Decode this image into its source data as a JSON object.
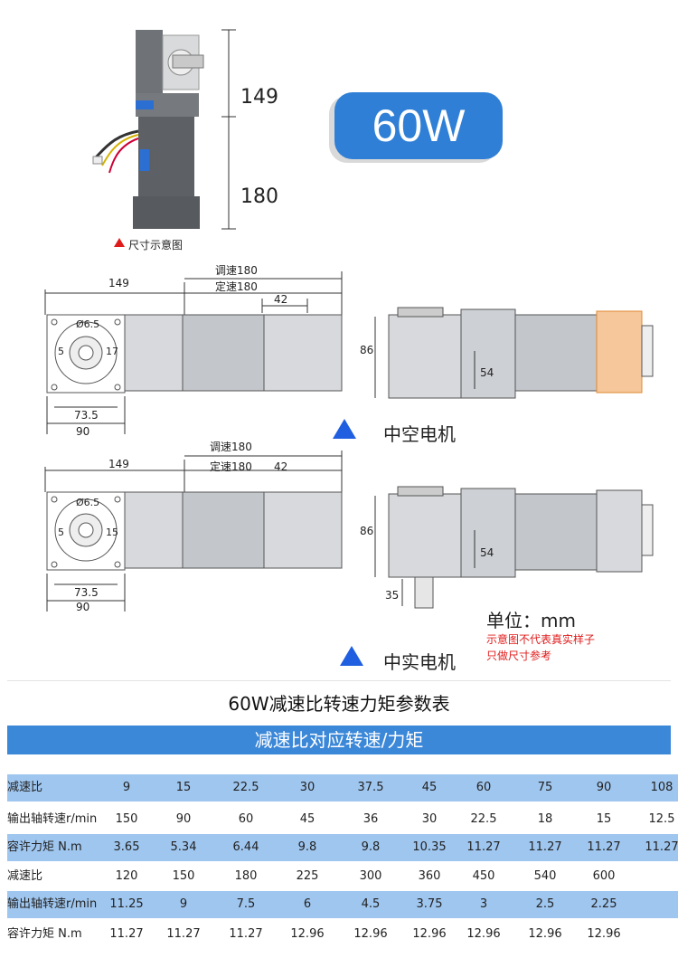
{
  "top": {
    "dim_upper": "149",
    "dim_lower": "180",
    "caption": "尺寸示意图",
    "power_badge": "60W"
  },
  "hollow": {
    "dims": {
      "d149": "149",
      "adjust": "调速180",
      "fixed": "定速180",
      "d42": "42",
      "phi": "Ø6.5",
      "d5": "5",
      "d17": "17",
      "d73": "73.5",
      "d90": "90",
      "d86": "86",
      "d54": "54"
    },
    "label": "中空电机"
  },
  "solid": {
    "dims": {
      "d149": "149",
      "adjust": "调速180",
      "fixed": "定速180",
      "d42": "42",
      "phi": "Ø6.5",
      "d5": "5",
      "d15": "15",
      "d73": "73.5",
      "d90": "90",
      "d86": "86",
      "d54": "54",
      "d35": "35"
    },
    "label": "中实电机"
  },
  "unit": {
    "text": "单位：mm",
    "note1": "示意图不代表真实样子",
    "note2": "只做尺寸参考"
  },
  "table": {
    "title": "60W减速比转速力矩参数表",
    "header": "减速比对应转速/力矩",
    "rows": [
      {
        "label": "减速比",
        "values": [
          "9",
          "15",
          "22.5",
          "30",
          "37.5",
          "45",
          "60",
          "75",
          "90",
          "108"
        ]
      },
      {
        "label": "输出轴转速r/min",
        "values": [
          "150",
          "90",
          "60",
          "45",
          "36",
          "30",
          "22.5",
          "18",
          "15",
          "12.5"
        ]
      },
      {
        "label": "容许力矩 N.m",
        "values": [
          "3.65",
          "5.34",
          "6.44",
          "9.8",
          "9.8",
          "10.35",
          "11.27",
          "11.27",
          "11.27",
          "11.27"
        ]
      },
      {
        "label": "减速比",
        "values": [
          "120",
          "150",
          "180",
          "225",
          "300",
          "360",
          "450",
          "540",
          "600",
          ""
        ]
      },
      {
        "label": "输出轴转速r/min",
        "values": [
          "11.25",
          "9",
          "7.5",
          "6",
          "4.5",
          "3.75",
          "3",
          "2.5",
          "2.25",
          ""
        ]
      },
      {
        "label": "容许力矩 N.m",
        "values": [
          "11.27",
          "11.27",
          "11.27",
          "12.96",
          "12.96",
          "12.96",
          "12.96",
          "12.96",
          "12.96",
          ""
        ]
      }
    ]
  }
}
